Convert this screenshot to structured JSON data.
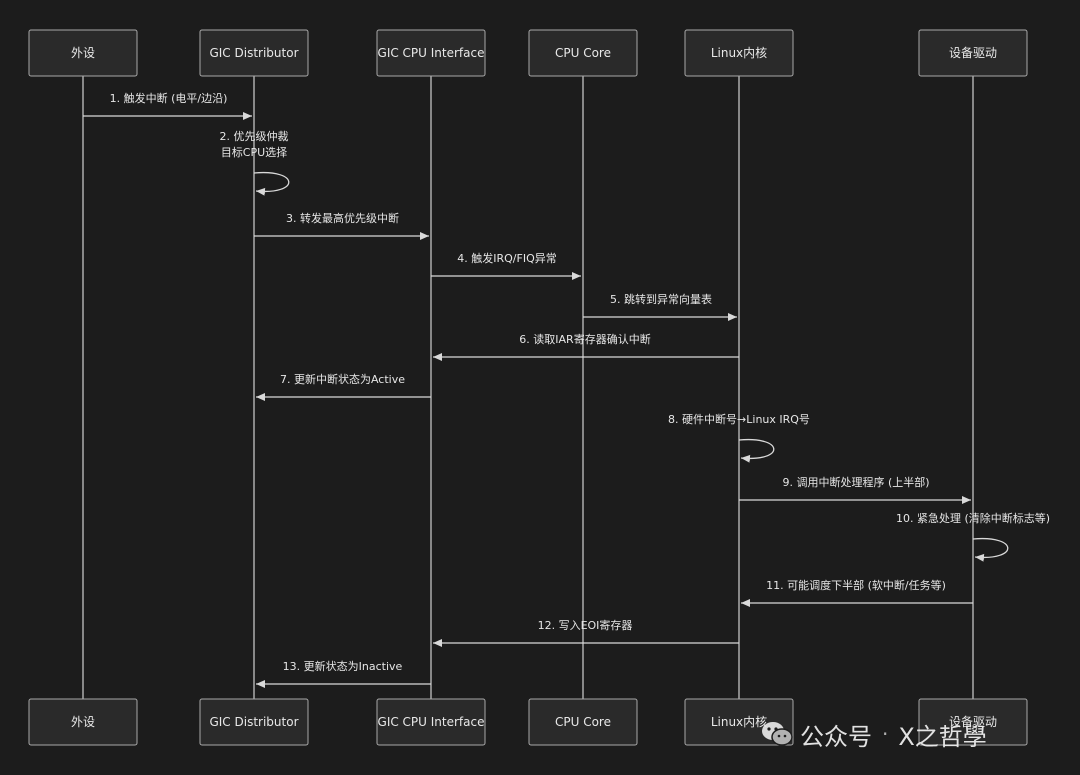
{
  "participants": [
    {
      "id": "p0",
      "label": "外设"
    },
    {
      "id": "p1",
      "label": "GIC Distributor"
    },
    {
      "id": "p2",
      "label": "GIC CPU Interface"
    },
    {
      "id": "p3",
      "label": "CPU Core"
    },
    {
      "id": "p4",
      "label": "Linux内核"
    },
    {
      "id": "p5",
      "label": "设备驱动"
    }
  ],
  "messages": [
    {
      "from": 0,
      "to": 1,
      "lines": [
        "1. 触发中断 (电平/边沿)"
      ]
    },
    {
      "from": 1,
      "to": 1,
      "lines": [
        "2. 优先级仲裁",
        "目标CPU选择"
      ]
    },
    {
      "from": 1,
      "to": 2,
      "lines": [
        "3. 转发最高优先级中断"
      ]
    },
    {
      "from": 2,
      "to": 3,
      "lines": [
        "4. 触发IRQ/FIQ异常"
      ]
    },
    {
      "from": 3,
      "to": 4,
      "lines": [
        "5. 跳转到异常向量表"
      ]
    },
    {
      "from": 4,
      "to": 2,
      "lines": [
        "6. 读取IAR寄存器确认中断"
      ]
    },
    {
      "from": 2,
      "to": 1,
      "lines": [
        "7. 更新中断状态为Active"
      ]
    },
    {
      "from": 4,
      "to": 4,
      "lines": [
        "8. 硬件中断号→Linux IRQ号"
      ]
    },
    {
      "from": 4,
      "to": 5,
      "lines": [
        "9. 调用中断处理程序 (上半部)"
      ]
    },
    {
      "from": 5,
      "to": 5,
      "lines": [
        "10. 紧急处理 (清除中断标志等)"
      ]
    },
    {
      "from": 5,
      "to": 4,
      "lines": [
        "11. 可能调度下半部 (软中断/任务等)"
      ]
    },
    {
      "from": 4,
      "to": 2,
      "lines": [
        "12. 写入EOI寄存器"
      ]
    },
    {
      "from": 2,
      "to": 1,
      "lines": [
        "13. 更新状态为Inactive"
      ]
    }
  ],
  "watermark": {
    "icon": "wechat-icon",
    "text": "公众号",
    "separator": "·",
    "author": "X之哲學"
  }
}
